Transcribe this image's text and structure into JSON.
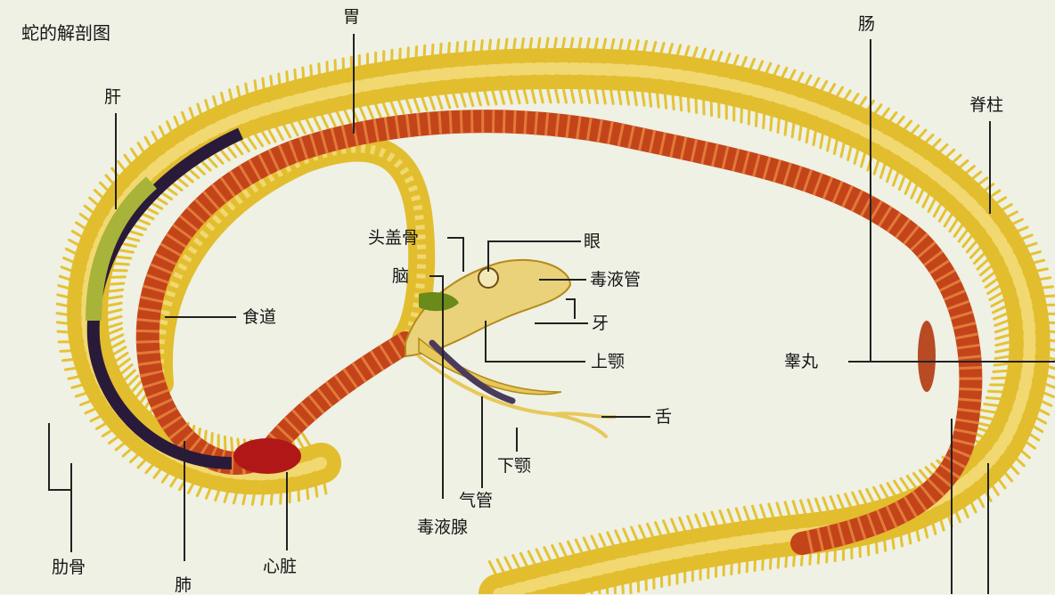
{
  "title": "蛇的解剖图",
  "labels": {
    "stomach": "胃",
    "intestine": "肠",
    "liver": "肝",
    "spine": "脊柱",
    "skull": "头盖骨",
    "eye": "眼",
    "brain": "脑",
    "venom_duct": "毒液管",
    "esophagus": "食道",
    "fang": "牙",
    "upper_jaw": "上颚",
    "testis": "睾丸",
    "tongue": "舌",
    "lower_jaw": "下颚",
    "trachea": "气管",
    "venom_gland": "毒液腺",
    "ribs": "肋骨",
    "lung": "肺",
    "heart": "心脏"
  },
  "colors": {
    "background": "#eef1e4",
    "bone": "#e6c233",
    "bone_light": "#f3dc7a",
    "gut": "#c4441a",
    "gut_dark": "#2a1a3a",
    "liver": "#a8b33a",
    "heart": "#b01818",
    "trachea": "#4a3a5c",
    "leader": "#222222"
  }
}
